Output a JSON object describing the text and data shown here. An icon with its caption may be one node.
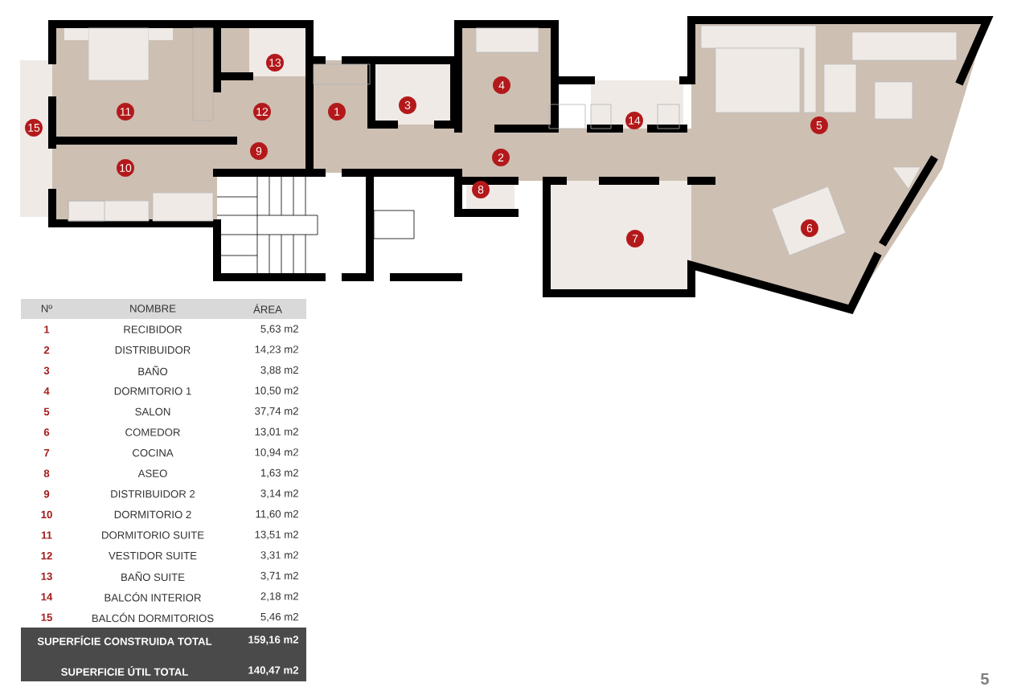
{
  "diagram": {
    "labels": [
      "1",
      "2",
      "3",
      "4",
      "5",
      "6",
      "7",
      "8",
      "9",
      "10",
      "11",
      "12",
      "13",
      "14",
      "15",
      "Nº",
      "NOMBRE",
      "ÁREA",
      "1",
      "RECIBIDOR",
      "5,63 m2",
      "2",
      "DISTRIBUIDOR",
      "14,23 m2",
      "3",
      "BAÑO",
      "3,88 m2",
      "4",
      "DORMITORIO 1",
      "10,50 m2",
      "5",
      "SALON",
      "37,74 m2",
      "6",
      "COMEDOR",
      "13,01 m2",
      "7",
      "COCINA",
      "10,94 m2",
      "8",
      "ASEO",
      "1,63 m2",
      "9",
      "DISTRIBUIDOR 2",
      "3,14 m2",
      "10",
      "DORMITORIO 2",
      "11,60 m2",
      "11",
      "DORMITORIO SUITE",
      "13,51 m2",
      "12",
      "VESTIDOR SUITE",
      "3,31 m2",
      "13",
      "BAÑO SUITE",
      "3,71 m2",
      "14",
      "BALCÓN INTERIOR",
      "2,18 m2",
      "15",
      "BALCÓN DORMITORIOS",
      "5,46 m2",
      "SUPERFÍCIE CONSTRUIDA TOTAL",
      "159,16 m2",
      "SUPERFICIE ÚTIL TOTAL",
      "140,47 m2",
      "5"
    ]
  }
}
